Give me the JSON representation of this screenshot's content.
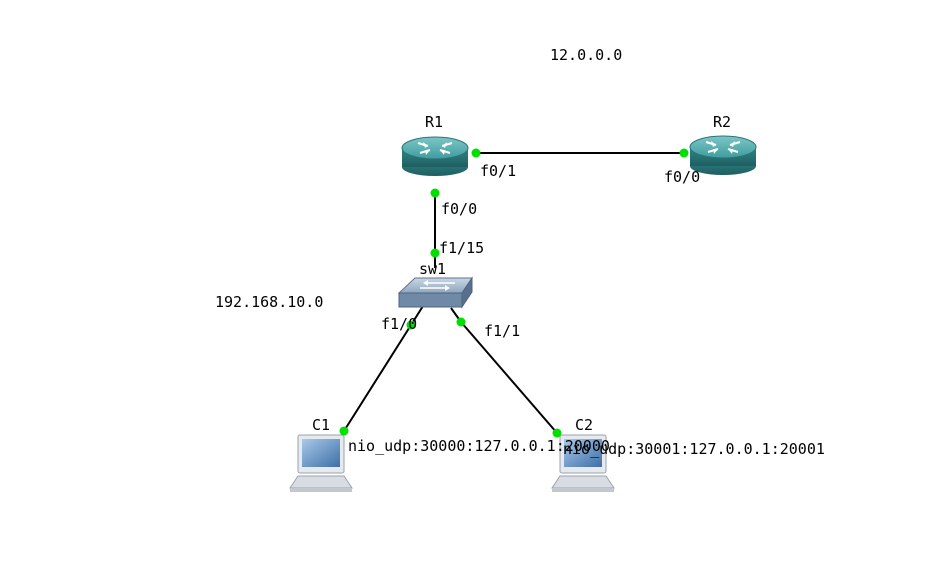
{
  "networks": {
    "wan": "12.0.0.0",
    "lan": "192.168.10.0"
  },
  "devices": {
    "r1": "R1",
    "r2": "R2",
    "sw1": "sw1",
    "c1": "C1",
    "c2": "C2"
  },
  "ports": {
    "r1_f01": "f0/1",
    "r2_f00": "f0/0",
    "r1_f00": "f0/0",
    "sw_f115": "f1/15",
    "sw_f10": "f1/0",
    "sw_f11": "f1/1"
  },
  "nio": {
    "c1": "nio_udp:30000:127.0.0.1:20000",
    "c2": "nio_udp:30001:127.0.0.1:20001"
  },
  "colors": {
    "link": "#000000",
    "port_dot": "#00e000",
    "router": "#2f8a8c"
  }
}
